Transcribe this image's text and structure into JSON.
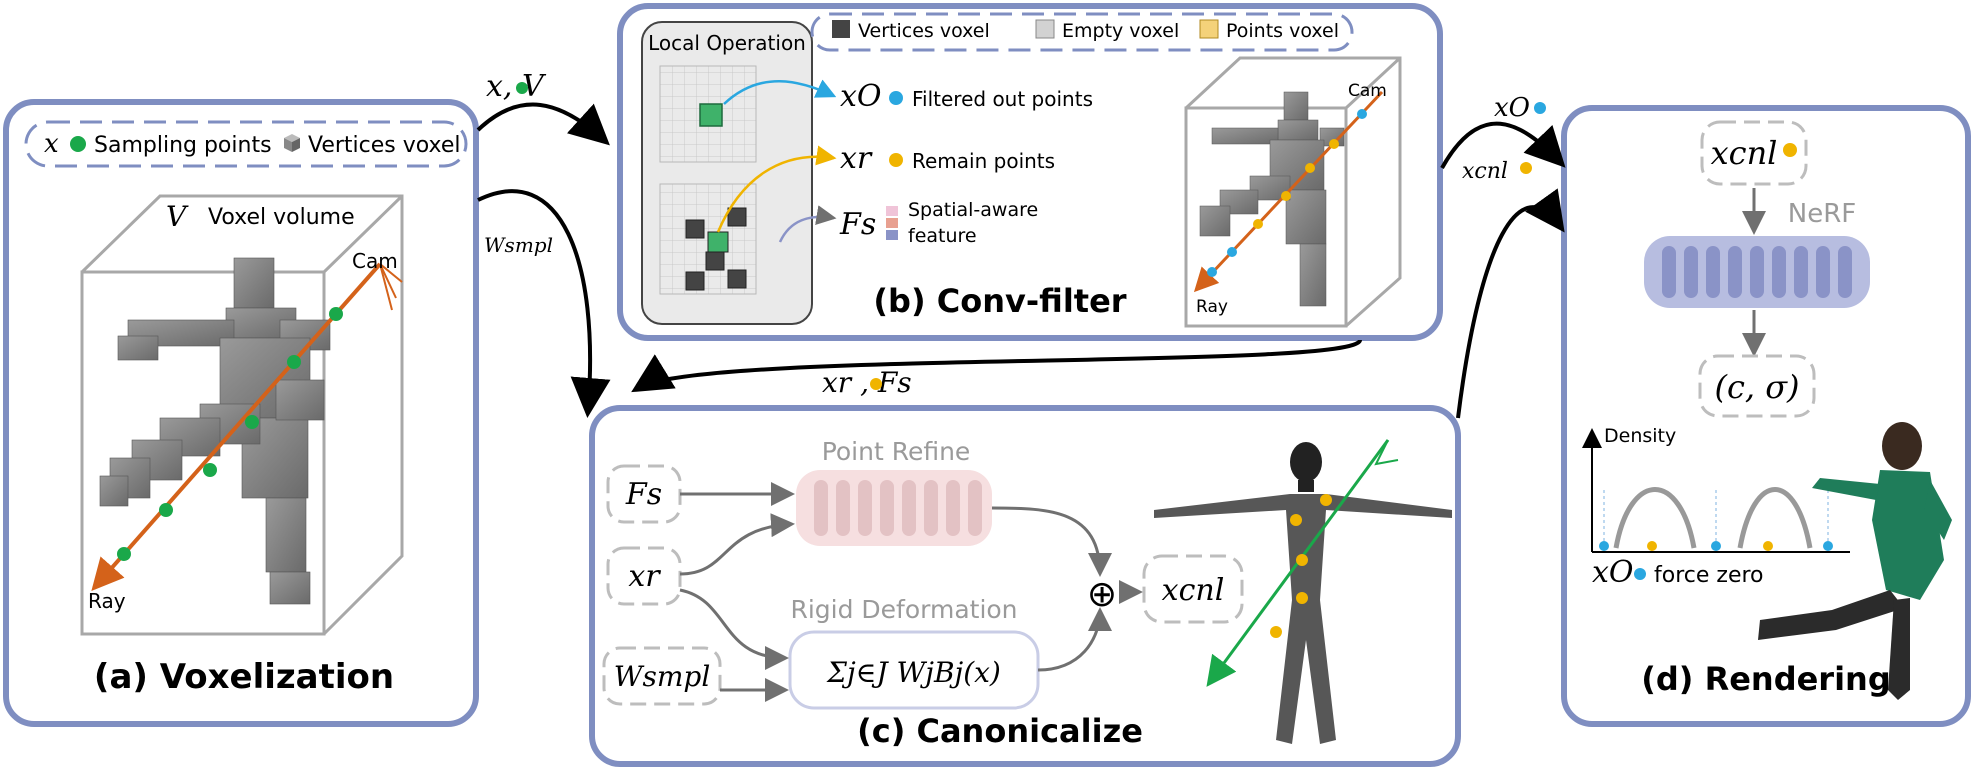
{
  "panels": {
    "voxelization": {
      "title": "(a) Voxelization",
      "legend_var": "x",
      "legend_sampling": "Sampling points",
      "legend_vertices": "Vertices voxel",
      "volume_var": "V",
      "volume_label": "Voxel volume",
      "cam_label": "Cam",
      "ray_label": "Ray"
    },
    "conv_filter": {
      "title": "(b) Conv-filter",
      "local_op_label": "Local Operation",
      "legend_vertices": "Vertices voxel",
      "legend_empty": "Empty voxel",
      "legend_points": "Points voxel",
      "filtered_var": "xO",
      "filtered_label": "Filtered out points",
      "remain_var": "xr",
      "remain_label": "Remain points",
      "feature_var": "Fs",
      "feature_label_1": "Spatial-aware",
      "feature_label_2": "feature",
      "cam_label": "Cam",
      "ray_label": "Ray"
    },
    "canonicalize": {
      "title": "(c) Canonicalize",
      "input_fs": "Fs",
      "input_xr": "xr",
      "input_wsmpl": "Wsmpl",
      "point_refine_label": "Point Refine",
      "rigid_def_label": "Rigid Deformation",
      "rigid_def_formula": "Σj∈J WjBj(x)",
      "output_var": "xcnl",
      "plus_symbol": "⊕"
    },
    "rendering": {
      "title": "(d) Rendering",
      "input_var": "xcnl",
      "nerf_label": "NeRF",
      "output_var": "(c, σ)",
      "density_label": "Density",
      "xo_var": "xO",
      "force_zero_label": "force zero"
    }
  },
  "arrows": {
    "a_to_b": "x, V",
    "a_to_c": "Wsmpl",
    "b_to_c": "xr , Fs",
    "c_to_d_xo": "xO",
    "c_to_d_xcnl": "xcnl"
  },
  "colors": {
    "panel_border": "#7f8ec1",
    "green_point": "#1aa84a",
    "blue_point": "#2aa7e0",
    "yellow_point": "#f0b400",
    "ray_orange": "#d4621a",
    "nerf_fill": "#b7bde0",
    "nerf_bar": "#8a93c7",
    "refine_fill": "#f6dfe0",
    "refine_bar": "#e3c2c4"
  }
}
